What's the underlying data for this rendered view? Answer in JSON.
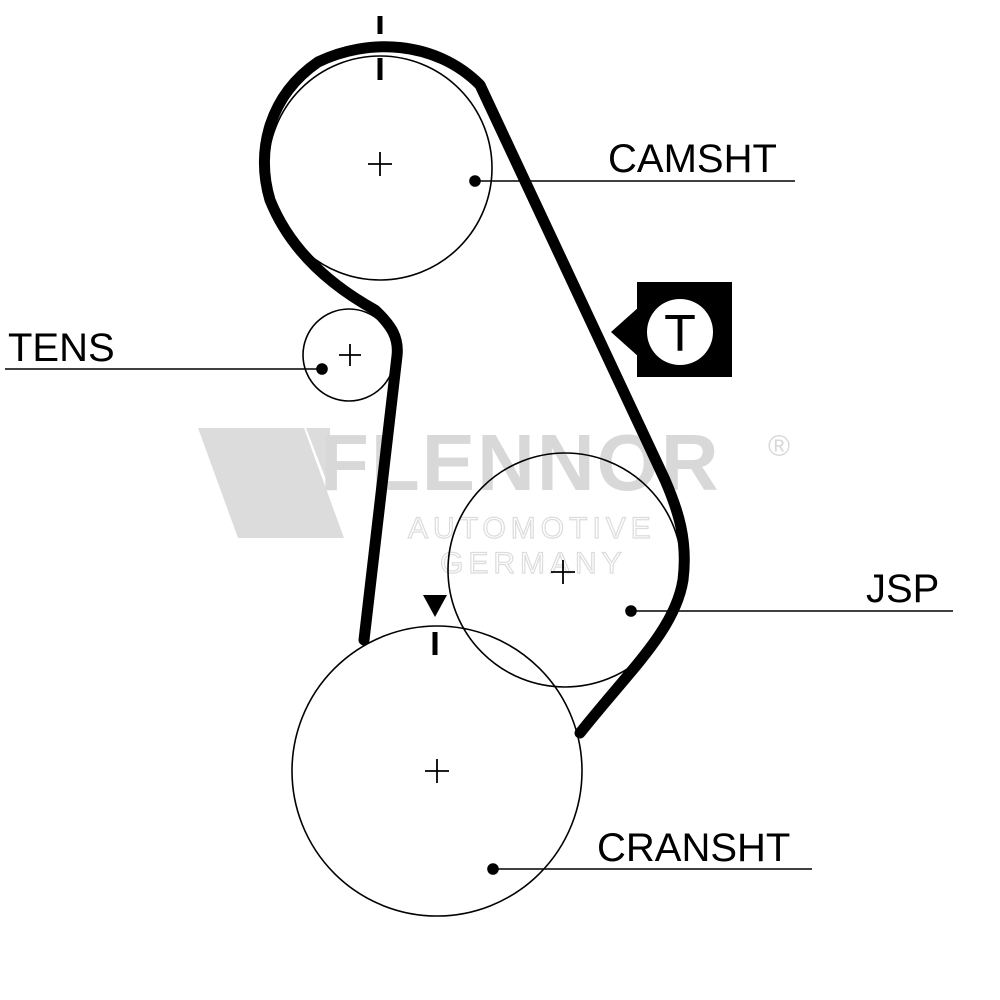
{
  "labels": {
    "camshaft": "CAMSHT",
    "tensioner": "TENS",
    "jackshaft": "JSP",
    "crankshaft": "CRANSHT"
  },
  "timing_badge": {
    "letter": "T"
  },
  "watermark": {
    "brand": "FLENNOR",
    "registered": "®",
    "line1": "AUTOMOTIVE",
    "line2": "GERMANY"
  },
  "colors": {
    "ink": "#000000",
    "watermark": "#d8d8d8",
    "background": "#ffffff"
  },
  "icons": {
    "timing_mark": "triangle-down-marker",
    "center_mark": "plus-cross",
    "badge": "tensioner-T-arrow-badge"
  }
}
